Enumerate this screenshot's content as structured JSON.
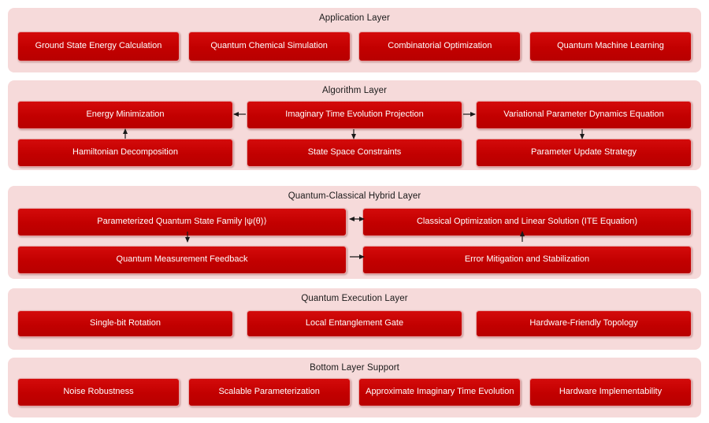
{
  "diagram": {
    "title_color": "#1a1a1a",
    "panel_color": "#f6dada",
    "node_color": "#c20000",
    "node_text_color": "#ffffff",
    "background": "#ffffff"
  },
  "layers": [
    {
      "id": "application",
      "title": "Application Layer",
      "rows": [
        {
          "nodes": [
            "Ground State Energy Calculation",
            "Quantum Chemical Simulation",
            "Combinatorial Optimization",
            "Quantum Machine Learning"
          ]
        }
      ]
    },
    {
      "id": "algorithm",
      "title": "Algorithm Layer",
      "rows": [
        {
          "nodes": [
            "Energy Minimization",
            "Imaginary Time Evolution Projection",
            "Variational Parameter Dynamics Equation"
          ]
        },
        {
          "nodes": [
            "Hamiltonian Decomposition",
            "State Space Constraints",
            "Parameter Update Strategy"
          ]
        }
      ]
    },
    {
      "id": "hybrid",
      "title": "Quantum-Classical Hybrid Layer",
      "rows": [
        {
          "nodes": [
            "Parameterized Quantum State Family  |ψ(θ)⟩",
            "Classical Optimization and Linear Solution  (ITE Equation)"
          ]
        },
        {
          "nodes": [
            "Quantum Measurement Feedback",
            "Error Mitigation and Stabilization"
          ]
        }
      ]
    },
    {
      "id": "execution",
      "title": "Quantum Execution Layer",
      "rows": [
        {
          "nodes": [
            "Single-bit Rotation",
            "Local Entanglement Gate",
            "Hardware-Friendly Topology"
          ]
        }
      ]
    },
    {
      "id": "bottom",
      "title": "Bottom Layer Support",
      "rows": [
        {
          "nodes": [
            "Noise Robustness",
            "Scalable Parameterization",
            "Approximate Imaginary Time Evolution",
            "Hardware Implementability"
          ]
        }
      ]
    }
  ],
  "connectors": [
    {
      "name": "ite-to-energy-minimization",
      "direction": "left"
    },
    {
      "name": "ite-to-variational-equation",
      "direction": "right"
    },
    {
      "name": "hamiltonian-to-energy-minimization",
      "direction": "up"
    },
    {
      "name": "ite-to-state-space-constraints",
      "direction": "down"
    },
    {
      "name": "variational-to-parameter-update",
      "direction": "down"
    },
    {
      "name": "quantum-state-to-classical-optimization",
      "direction": "both"
    },
    {
      "name": "quantum-state-to-measurement-feedback",
      "direction": "down"
    },
    {
      "name": "measurement-feedback-to-error-mitigation",
      "direction": "right"
    },
    {
      "name": "error-mitigation-to-classical-optimization",
      "direction": "up"
    }
  ]
}
